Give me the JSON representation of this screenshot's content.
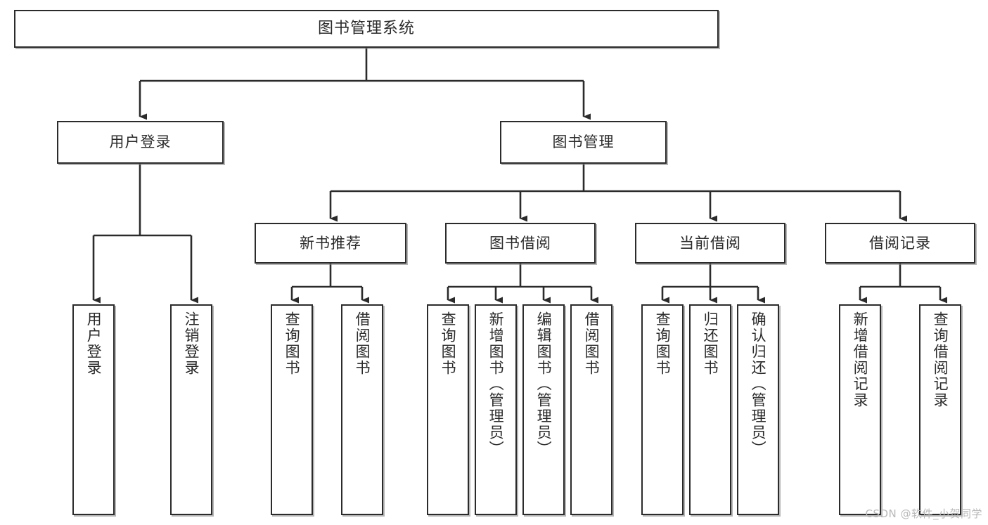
{
  "diagram": {
    "title": "图书管理系统",
    "watermark": "CSDN @软件_小贺同学",
    "colors": {
      "box_border": "#2b2b2b",
      "box_fill": "#ffffff",
      "edge": "#2b2b2b",
      "shadow": "#787878",
      "watermark": "#b9b9b9",
      "background": "#ffffff"
    },
    "nodes": {
      "root": {
        "label": "图书管理系统"
      },
      "level2": [
        {
          "id": "user-login",
          "label": "用户登录"
        },
        {
          "id": "book-management",
          "label": "图书管理"
        }
      ],
      "level3": [
        {
          "id": "new-book-recommend",
          "label": "新书推荐"
        },
        {
          "id": "book-borrow",
          "label": "图书借阅"
        },
        {
          "id": "current-borrow",
          "label": "当前借阅"
        },
        {
          "id": "borrow-record",
          "label": "借阅记录"
        }
      ],
      "leaves": [
        {
          "id": "leaf-user-login",
          "parent": "user-login",
          "label": "用户登录"
        },
        {
          "id": "leaf-logout",
          "parent": "user-login",
          "label": "注销登录"
        },
        {
          "id": "leaf-query-book-1",
          "parent": "new-book-recommend",
          "label": "查询图书"
        },
        {
          "id": "leaf-borrow-book-1",
          "parent": "new-book-recommend",
          "label": "借阅图书"
        },
        {
          "id": "leaf-query-book-2",
          "parent": "book-borrow",
          "label": "查询图书"
        },
        {
          "id": "leaf-add-book",
          "parent": "book-borrow",
          "label": "新增图书（管理员）"
        },
        {
          "id": "leaf-edit-book",
          "parent": "book-borrow",
          "label": "编辑图书（管理员）"
        },
        {
          "id": "leaf-borrow-book-2",
          "parent": "book-borrow",
          "label": "借阅图书"
        },
        {
          "id": "leaf-query-book-3",
          "parent": "current-borrow",
          "label": "查询图书"
        },
        {
          "id": "leaf-return-book",
          "parent": "current-borrow",
          "label": "归还图书"
        },
        {
          "id": "leaf-confirm-return",
          "parent": "current-borrow",
          "label": "确认归还（管理员）"
        },
        {
          "id": "leaf-add-record",
          "parent": "borrow-record",
          "label": "新增借阅记录"
        },
        {
          "id": "leaf-query-record",
          "parent": "borrow-record",
          "label": "查询借阅记录"
        }
      ]
    }
  }
}
